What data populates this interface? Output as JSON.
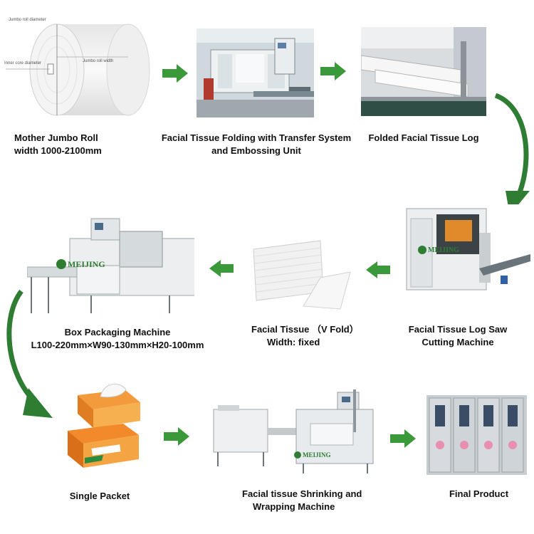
{
  "colors": {
    "arrow_green": "#3a9a3a",
    "curve_green": "#2e7d32",
    "text": "#111111"
  },
  "jumbo_roll": {
    "label_diameter": "Jumbo roll diameter",
    "label_core": "Inner core diameter",
    "label_width": "Jumbo roll width"
  },
  "steps": [
    {
      "line1": "Mother Jumbo Roll",
      "line2": "width 1000-2100mm"
    },
    {
      "line1": "Facial Tissue Folding with Transfer System",
      "line2": "and Embossing Unit"
    },
    {
      "line1": "Folded Facial Tissue Log",
      "line2": ""
    },
    {
      "line1": "Facial Tissue Log Saw",
      "line2": "Cutting Machine"
    },
    {
      "line1": "Facial Tissue （V Fold）",
      "line2": "Width: fixed"
    },
    {
      "line1": "Box Packaging Machine",
      "line2": "L100-220mm×W90-130mm×H20-100mm"
    },
    {
      "line1": "Single Packet",
      "line2": ""
    },
    {
      "line1": "Facial tissue Shrinking and",
      "line2": "Wrapping Machine"
    },
    {
      "line1": "Final Product",
      "line2": ""
    }
  ],
  "logo_text": "MEIJING",
  "icons": {
    "arrow": "right-arrow-icon",
    "arrow_left": "left-arrow-icon",
    "curve": "curved-arrow-icon"
  }
}
